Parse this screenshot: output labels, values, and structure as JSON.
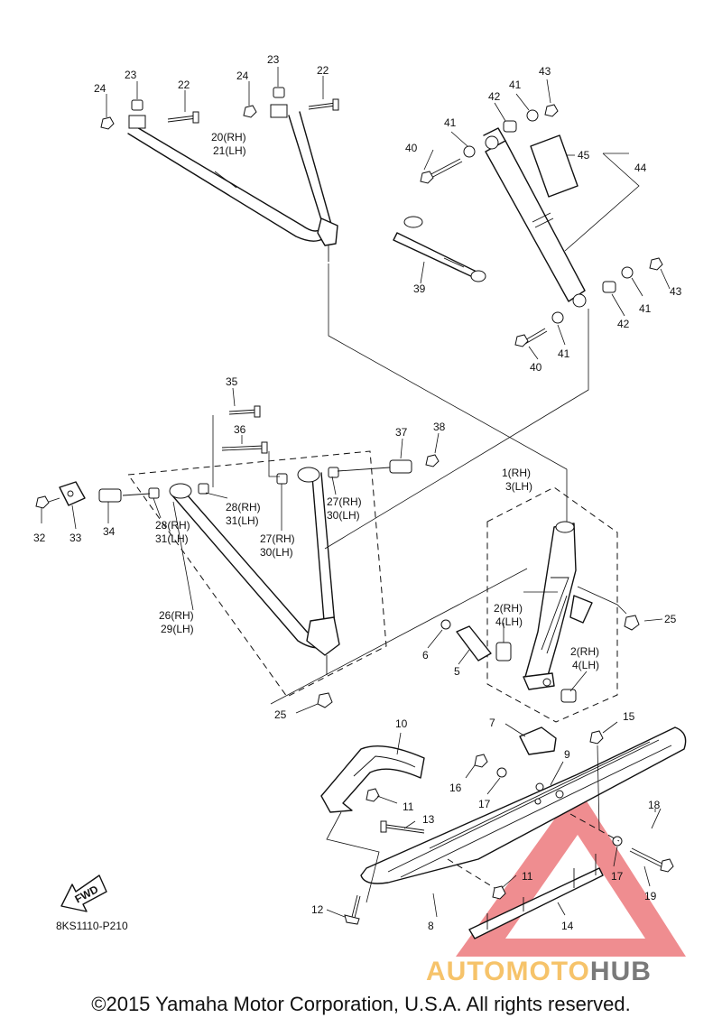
{
  "diagram_code": "8KS1110-P210",
  "fwd_label": "FWD",
  "watermark": {
    "part1": "AUTOMOTO",
    "part2": "HUB",
    "color1": "#f6c36a",
    "color2": "#7a7a7a",
    "triangle_color": "#e9676b"
  },
  "copyright": "©2015 Yamaha Motor Corporation, U.S.A. All rights reserved.",
  "callouts": {
    "c1": "1(RH)",
    "c3": "3(LH)",
    "c2a": "2(RH)",
    "c4a": "4(LH)",
    "c2b": "2(RH)",
    "c4b": "4(LH)",
    "c5": "5",
    "c6": "6",
    "c7": "7",
    "c8": "8",
    "c9": "9",
    "c10": "10",
    "c11a": "11",
    "c11b": "11",
    "c12": "12",
    "c13": "13",
    "c14": "14",
    "c15": "15",
    "c16": "16",
    "c17a": "17",
    "c17b": "17",
    "c18": "18",
    "c19": "19",
    "c20": "20(RH)",
    "c21": "21(LH)",
    "c22a": "22",
    "c22b": "22",
    "c23a": "23",
    "c23b": "23",
    "c24a": "24",
    "c24b": "24",
    "c25a": "25",
    "c25b": "25",
    "c26": "26(RH)",
    "c29": "29(LH)",
    "c27a": "27(RH)",
    "c30a": "30(LH)",
    "c27b": "27(RH)",
    "c30b": "30(LH)",
    "c28a": "28(RH)",
    "c31a": "31(LH)",
    "c28b": "28(RH)",
    "c31b": "31(LH)",
    "c32": "32",
    "c33": "33",
    "c34": "34",
    "c35": "35",
    "c36": "36",
    "c37": "37",
    "c38": "38",
    "c39": "39",
    "c40a": "40",
    "c40b": "40",
    "c41a": "41",
    "c41b": "41",
    "c41c": "41",
    "c41d": "41",
    "c42a": "42",
    "c42b": "42",
    "c43a": "43",
    "c43b": "43",
    "c44": "44",
    "c45": "45"
  }
}
